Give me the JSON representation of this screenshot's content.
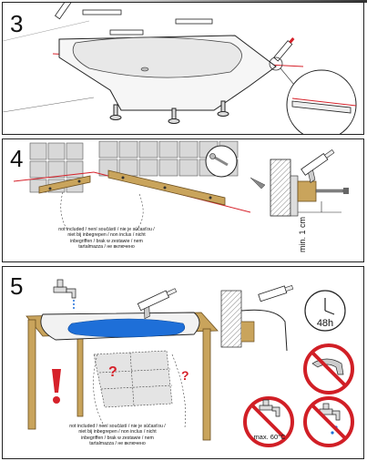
{
  "steps": [
    {
      "number": "3"
    },
    {
      "number": "4",
      "height_label": "min. 1 cm"
    },
    {
      "number": "5",
      "time_label": "48h",
      "temp_label": "max. 60°C"
    }
  ],
  "notes": {
    "not_included": "not included / není součástí / nie je súčasťou / niet bij inbegrepen / non inclus / nicht inbegriffen / brak w zestawie / nem tartalmazza / не включено"
  },
  "icons": [
    "tub",
    "frame",
    "tiles",
    "wooden-board",
    "screw",
    "silicone-gun",
    "faucet",
    "clock",
    "prohibited-shower",
    "prohibited-hot-water",
    "prohibited-faucet",
    "warning-exclamation",
    "question-mark"
  ],
  "colors": {
    "water": "#1e6fd8",
    "line_red": "#d6212a",
    "board": "#c9a45c",
    "prohibit": "#d11f26"
  }
}
